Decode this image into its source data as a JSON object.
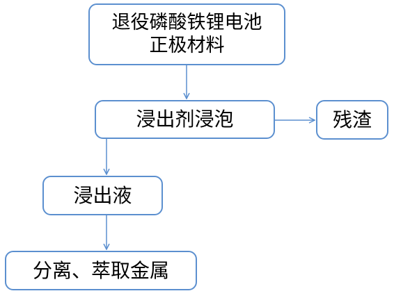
{
  "diagram": {
    "nodes": {
      "raw": "退役磷酸铁锂电池\n正极材料",
      "leach": "浸出剂浸泡",
      "residue": "残渣",
      "liquor": "浸出液",
      "separation": "分离、萃取金属"
    },
    "colors": {
      "border": "#5b8fcf",
      "arrow": "#5b8fcf",
      "text": "#000000",
      "background": "#ffffff"
    }
  }
}
